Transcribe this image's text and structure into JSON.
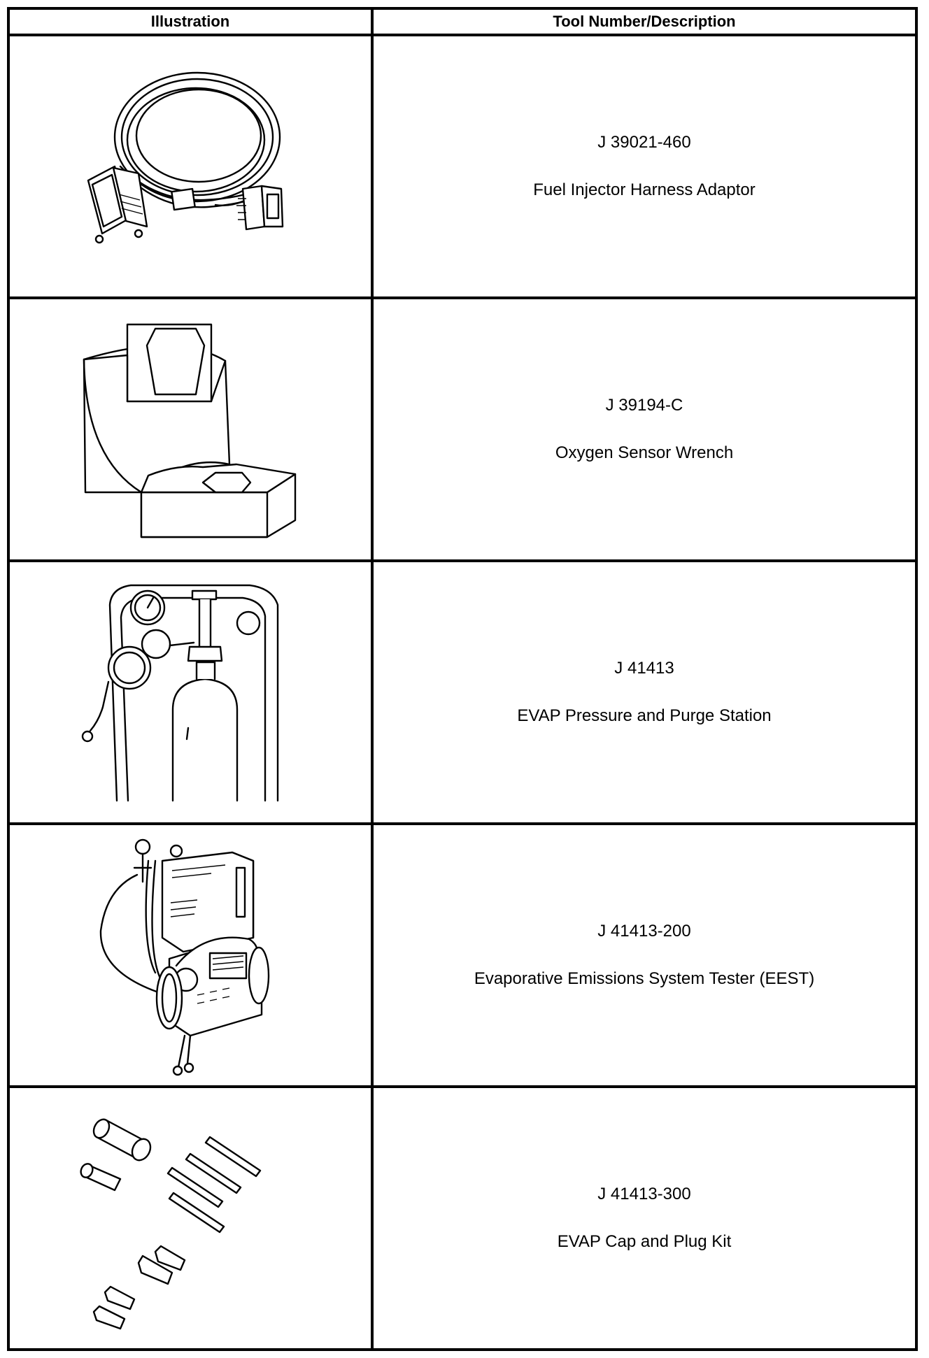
{
  "table": {
    "headers": {
      "illustration": "Illustration",
      "tool": "Tool Number/Description"
    },
    "rows": [
      {
        "number": "J 39021-460",
        "description": "Fuel Injector Harness Adaptor",
        "icon": "harness-adaptor-illustration"
      },
      {
        "number": "J 39194-C",
        "description": "Oxygen Sensor Wrench",
        "icon": "oxygen-sensor-wrench-illustration"
      },
      {
        "number": "J 41413",
        "description": "EVAP Pressure and Purge Station",
        "icon": "purge-station-illustration"
      },
      {
        "number": "J 41413-200",
        "description": "Evaporative Emissions System Tester (EEST)",
        "icon": "emissions-tester-illustration"
      },
      {
        "number": "J 41413-300",
        "description": "EVAP Cap and Plug Kit",
        "icon": "cap-plug-kit-illustration"
      }
    ]
  }
}
